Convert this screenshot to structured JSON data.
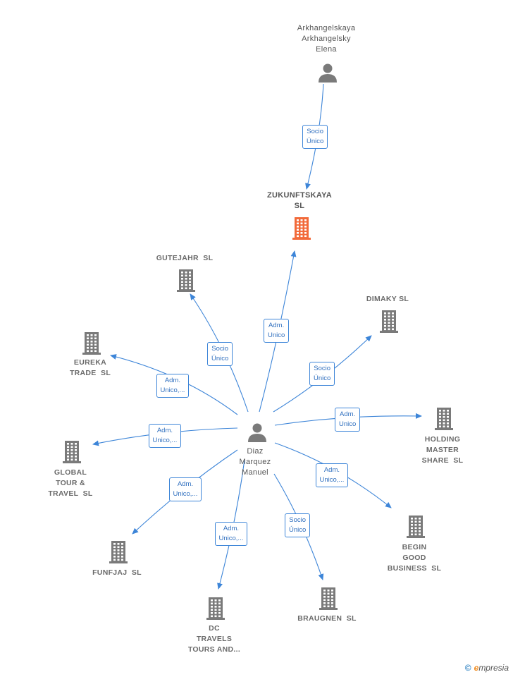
{
  "nodes": [
    {
      "id": "elena",
      "type": "person",
      "label": [
        "Arkhangelskaya",
        "Arkhangelsky",
        "Elena"
      ]
    },
    {
      "id": "zukunftskaya",
      "type": "focus",
      "label": [
        "ZUKUNFTSKAYA",
        "SL"
      ]
    },
    {
      "id": "diaz",
      "type": "person",
      "label": [
        "Diaz",
        "Marquez",
        "Manuel"
      ]
    },
    {
      "id": "gutejahr",
      "type": "company",
      "label": [
        "GUTEJAHR  SL"
      ]
    },
    {
      "id": "dimaky",
      "type": "company",
      "label": [
        "DIMAKY SL"
      ]
    },
    {
      "id": "eureka",
      "type": "company",
      "label": [
        "EUREKA",
        "TRADE  SL"
      ]
    },
    {
      "id": "holding",
      "type": "company",
      "label": [
        "HOLDING",
        "MASTER",
        "SHARE  SL"
      ]
    },
    {
      "id": "global",
      "type": "company",
      "label": [
        "GLOBAL",
        "TOUR &",
        "TRAVEL  SL"
      ]
    },
    {
      "id": "begin",
      "type": "company",
      "label": [
        "BEGIN",
        "GOOD",
        "BUSINESS  SL"
      ]
    },
    {
      "id": "funfjaj",
      "type": "company",
      "label": [
        "FUNFJAJ  SL"
      ]
    },
    {
      "id": "braugnen",
      "type": "company",
      "label": [
        "BRAUGNEN  SL"
      ]
    },
    {
      "id": "dc",
      "type": "company",
      "label": [
        "DC",
        "TRAVELS",
        "TOURS AND..."
      ]
    }
  ],
  "edges": [
    {
      "from": "elena",
      "to": "zukunftskaya",
      "label": [
        "Socio",
        "Único"
      ]
    },
    {
      "from": "diaz",
      "to": "zukunftskaya",
      "label": [
        "Adm.",
        "Unico"
      ]
    },
    {
      "from": "diaz",
      "to": "gutejahr",
      "label": [
        "Socio",
        "Único"
      ]
    },
    {
      "from": "diaz",
      "to": "dimaky",
      "label": [
        "Socio",
        "Único"
      ]
    },
    {
      "from": "diaz",
      "to": "eureka",
      "label": [
        "Adm.",
        "Unico,..."
      ]
    },
    {
      "from": "diaz",
      "to": "holding",
      "label": [
        "Adm.",
        "Unico"
      ]
    },
    {
      "from": "diaz",
      "to": "global",
      "label": [
        "Adm.",
        "Unico,..."
      ]
    },
    {
      "from": "diaz",
      "to": "begin",
      "label": [
        "Adm.",
        "Unico,..."
      ]
    },
    {
      "from": "diaz",
      "to": "funfjaj",
      "label": [
        "Adm.",
        "Unico,..."
      ]
    },
    {
      "from": "diaz",
      "to": "dc",
      "label": [
        "Adm.",
        "Unico,..."
      ]
    },
    {
      "from": "diaz",
      "to": "braugnen",
      "label": [
        "Socio",
        "Único"
      ]
    }
  ],
  "colors": {
    "edge": "#3d85d8",
    "company_icon": "#7a7a7a",
    "focus_icon": "#f26a3a",
    "person_icon": "#7a7a7a"
  },
  "icons": {
    "company": "building-icon",
    "person": "person-icon"
  },
  "footer": {
    "copyright": "©",
    "brand_initial": "e",
    "brand_rest": "mpresia"
  }
}
